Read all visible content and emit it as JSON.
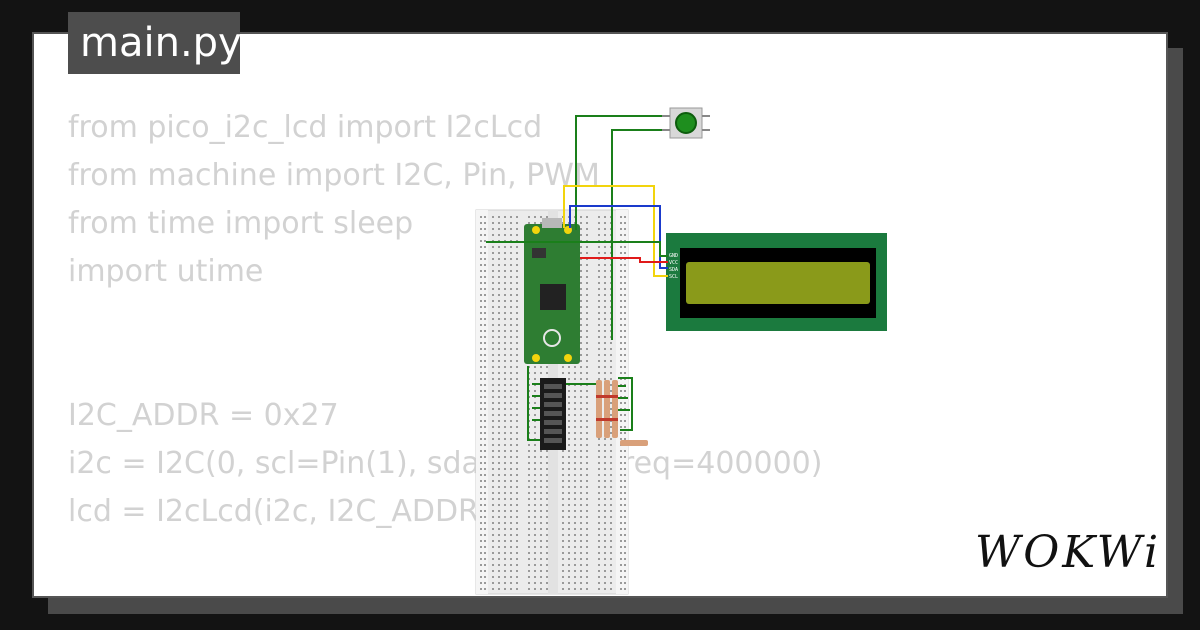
{
  "file_tab": "main.py",
  "code_lines": [
    "from pico_i2c_lcd import I2cLcd",
    "from machine import I2C, Pin, PWM",
    "from time import sleep",
    "import utime",
    "",
    "",
    "I2C_ADDR = 0x27",
    "i2c = I2C(0, scl=Pin(1), sda=Pin(0), freq=400000)",
    "lcd = I2cLcd(i2c, I2C_ADDR,"
  ],
  "lcd_pins": [
    "GND",
    "VCC",
    "SDA",
    "SCL"
  ],
  "brand": "WOKWi",
  "colors": {
    "background": "#131313",
    "card": "#ffffff",
    "tab": "#4d4d4d",
    "code_text": "#d2d2d2",
    "pico_green": "#2e7d32",
    "lcd_board": "#1b7a3e",
    "lcd_screen": "#8a9a1a",
    "wire_green": "#1a7f1a",
    "wire_yellow": "#f2d40d",
    "wire_blue": "#1a3acc",
    "wire_red": "#e01a1a"
  }
}
